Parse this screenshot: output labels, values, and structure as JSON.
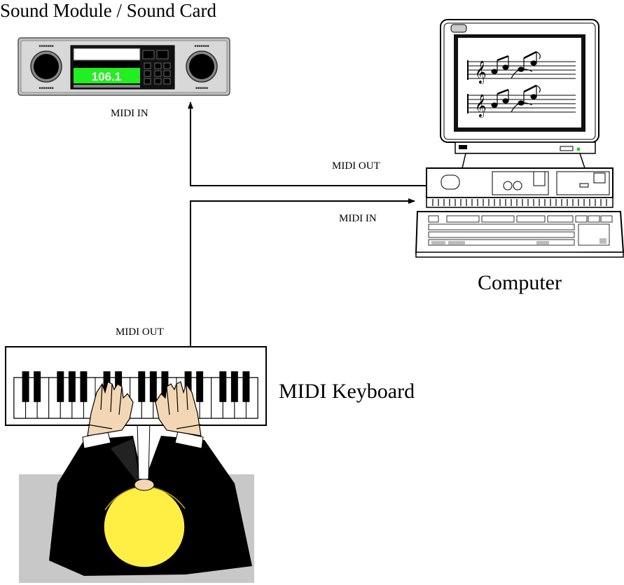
{
  "labels": {
    "sound_module": "Sound Module / Sound Card",
    "computer": "Computer",
    "midi_keyboard": "MIDI Keyboard",
    "sound_module_midi_in": "MIDI IN",
    "computer_midi_out": "MIDI OUT",
    "computer_midi_in": "MIDI IN",
    "keyboard_midi_out": "MIDI OUT"
  },
  "sound_module": {
    "display_value": "106.1",
    "display_color": "#22ee22"
  },
  "colors": {
    "line": "#000000",
    "skin": "#f3d7b4",
    "hair": "#ffee44",
    "suit": "#000000",
    "floor": "#c8c8c8",
    "device": "#c0c0c0"
  }
}
